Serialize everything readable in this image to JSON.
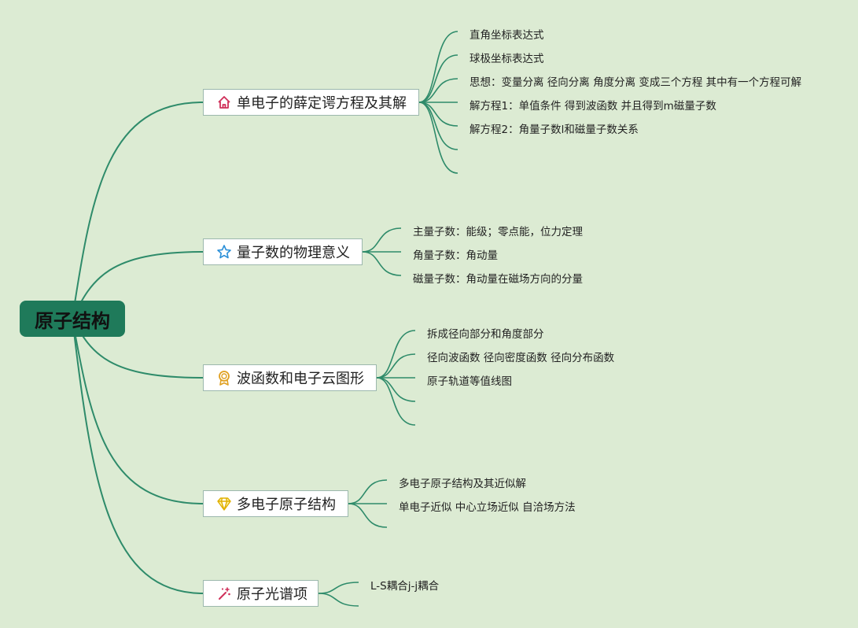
{
  "root": {
    "label": "原子结构"
  },
  "branches": [
    {
      "label": "单电子的薛定谔方程及其解",
      "icon": "home-icon",
      "leaves": [
        "直角坐标表达式",
        "球极坐标表达式",
        "思想：变量分离 径向分离 角度分离 变成三个方程 其中有一个方程可解",
        "解方程1：单值条件 得到波函数 并且得到m磁量子数",
        "解方程2：角量子数l和磁量子数关系",
        "",
        ""
      ]
    },
    {
      "label": "量子数的物理意义",
      "icon": "star-icon",
      "leaves": [
        "主量子数：能级；零点能，位力定理",
        "角量子数：角动量",
        "磁量子数：角动量在磁场方向的分量"
      ]
    },
    {
      "label": "波函数和电子云图形",
      "icon": "medal-icon",
      "leaves": [
        "拆成径向部分和角度部分",
        "径向波函数 径向密度函数 径向分布函数",
        "原子轨道等值线图",
        "",
        ""
      ]
    },
    {
      "label": "多电子原子结构",
      "icon": "diamond-icon",
      "leaves": [
        "多电子原子结构及其近似解",
        "单电子近似 中心立场近似 自洽场方法",
        ""
      ]
    },
    {
      "label": "原子光谱项",
      "icon": "magic-wand-icon",
      "leaves": [
        "L-S耦合j-j耦合",
        ""
      ]
    }
  ],
  "colors": {
    "line": "#2e8b6a",
    "root_bg": "#1f7a5a",
    "background": "#dcebd3"
  }
}
